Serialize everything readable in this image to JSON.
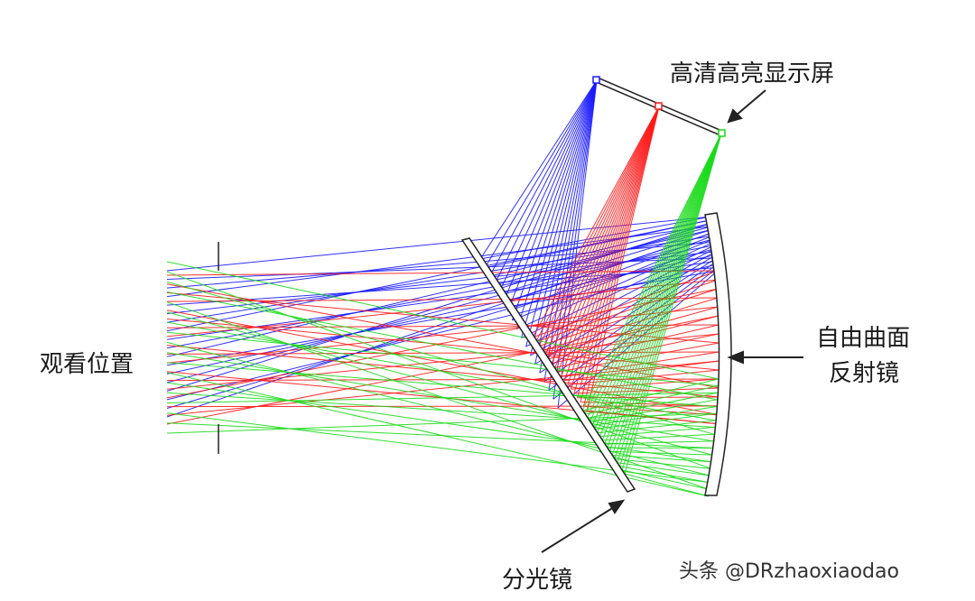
{
  "labels": {
    "display": "高清高亮显示屏",
    "viewing": "观看位置",
    "mirror_line1": "自由曲面",
    "mirror_line2": "反射镜",
    "splitter": "分光镜"
  },
  "watermark": "头条 @DRzhaoxiaodao",
  "colors": {
    "blue": "#1a1aff",
    "red": "#ff1a1a",
    "green": "#1adb1a",
    "optics_stroke": "#222222",
    "background": "#ffffff"
  },
  "ray_bundles": [
    {
      "color": "blue",
      "ray_count": 18
    },
    {
      "color": "red",
      "ray_count": 18
    },
    {
      "color": "green",
      "ray_count": 18
    }
  ]
}
